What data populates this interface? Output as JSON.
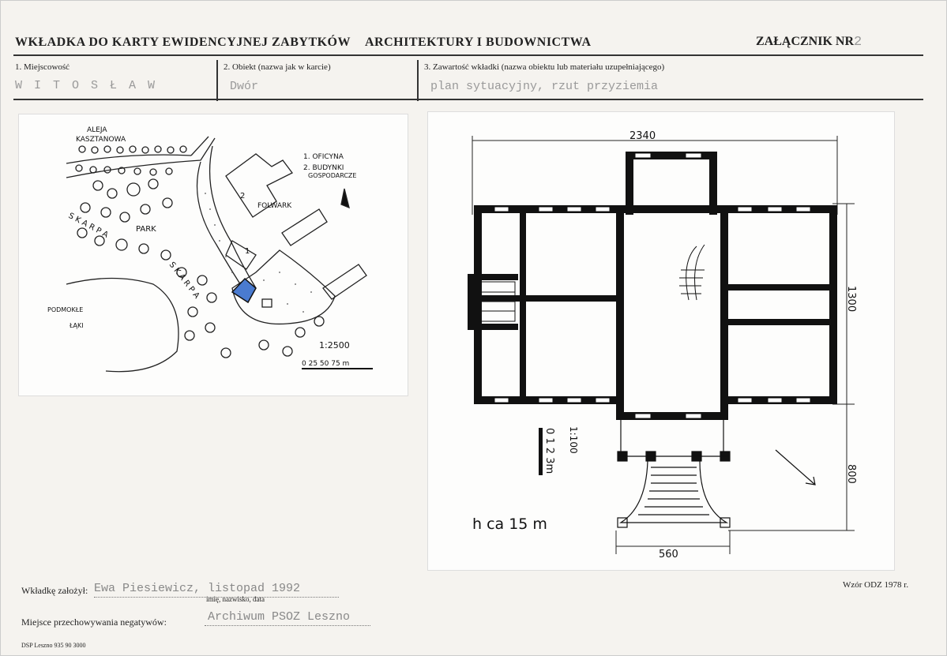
{
  "header": {
    "title_left": "WKŁADKA DO KARTY EWIDENCYJNEJ ZABYTKÓW",
    "title_right": "ARCHITEKTURY I BUDOWNICTWA",
    "annex_label": "ZAŁĄCZNIK NR",
    "annex_number": "2"
  },
  "fields": {
    "f1_label": "1. Miejscowość",
    "f1_value": "W I T O S Ł A W",
    "f2_label": "2. Obiekt (nazwa jak w karcie)",
    "f2_value": "Dwór",
    "f3_label": "3. Zawartość wkładki (nazwa obiektu lub materiału uzupełniającego)",
    "f3_value": "plan sytuacyjny, rzut przyziemia"
  },
  "site_plan": {
    "aleja": "ALEJA",
    "kasztanowa": "KASZTANOWA",
    "legend_1": "1. OFICYNA",
    "legend_2": "2. BUDYNKI",
    "legend_2b": "GOSPODARCZE",
    "folwark": "FOLWARK",
    "park": "PARK",
    "skarpa1": "S K A R P A",
    "skarpa2": "S K A R P A",
    "podmokle": "PODMOKŁE",
    "laki": "ŁĄKI",
    "scale": "1:2500",
    "scale_ticks": "0  25  50  75 m",
    "n1": "1",
    "n2": "2"
  },
  "floor_plan": {
    "dim_top": "2340",
    "dim_right1": "1300",
    "dim_right2": "800",
    "dim_bottom": "560",
    "scale": "1:100",
    "scale_ticks": "0 1 2 3m",
    "height_note": "h ca  15 m"
  },
  "footer": {
    "established_label": "Wkładkę założył:",
    "established_value": "Ewa Piesiewicz, listopad 1992",
    "established_hint": "imię, nazwisko, data",
    "storage_label": "Miejsce przechowywania negatywów:",
    "storage_value": "Archiwum PSOZ Leszno",
    "pattern": "Wzór ODZ 1978 r.",
    "dsp": "DSP Leszno 935 90 3000"
  }
}
